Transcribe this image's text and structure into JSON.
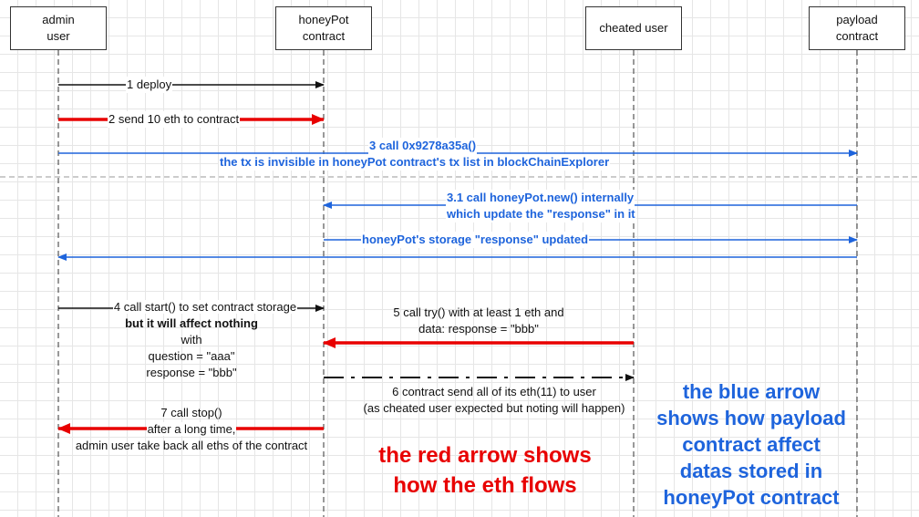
{
  "participants": {
    "admin": {
      "line1": "admin",
      "line2": "user"
    },
    "honeypot": {
      "line1": "honeyPot",
      "line2": "contract"
    },
    "cheated": {
      "line1": "cheated user"
    },
    "payload": {
      "line1": "payload",
      "line2": "contract"
    }
  },
  "messages": {
    "m1": "1 deploy",
    "m2": "2 send 10 eth to contract",
    "m3": {
      "line1": "3 call 0x9278a35a()",
      "line2": "the tx is invisible in honeyPot contract's tx list in blockChainExplorer"
    },
    "m31": {
      "line1": "3.1 call honeyPot.new() internally",
      "line2": "which update the \"response\" in it"
    },
    "m_storage": "honeyPot's storage \"response\" updated",
    "m4": {
      "line1": "4 call start() to set contract storage",
      "line2": "but it will affect nothing",
      "line3": "with",
      "line4": "question = \"aaa\"",
      "line5": "response = \"bbb\""
    },
    "m5": {
      "line1": "5 call try() with at least 1 eth and",
      "line2": "data: response = \"bbb\""
    },
    "m6": {
      "line1": "6 contract send all of its eth(11) to user",
      "line2": "(as cheated user expected but noting will happen)"
    },
    "m7": {
      "line1": "7 call stop()",
      "line2": "after a long time,",
      "line3": "admin user take back all eths of the contract"
    }
  },
  "notes": {
    "red": {
      "line1": "the red arrow shows",
      "line2": "how the eth flows"
    },
    "blue": {
      "line1": "the blue arrow",
      "line2": "shows how payload",
      "line3": "contract affect",
      "line4": "datas stored in",
      "line5": "honeyPot contract"
    }
  },
  "colors": {
    "black": "#111111",
    "red": "#e80000",
    "blue": "#1e64dc"
  }
}
